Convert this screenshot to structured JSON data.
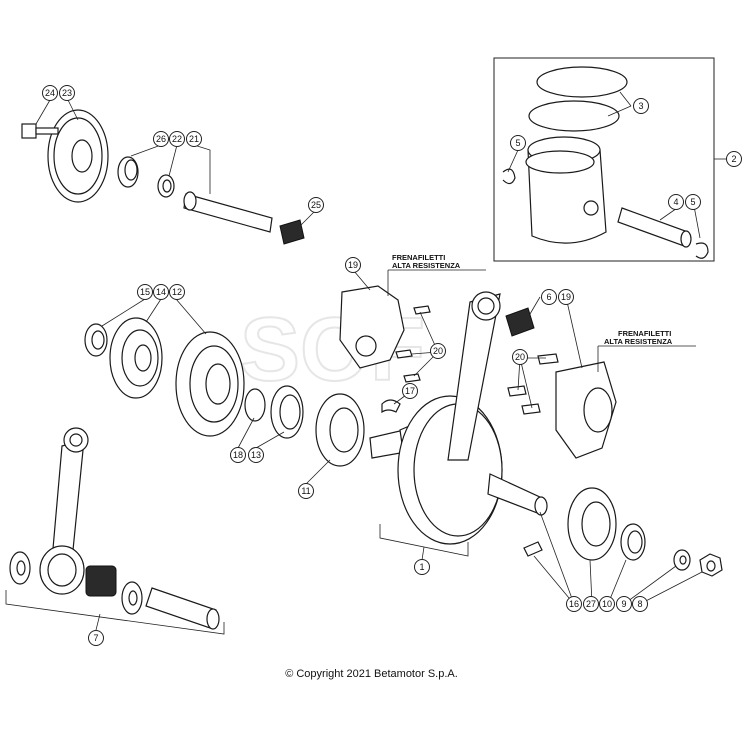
{
  "callouts": {
    "p1": "1",
    "p2": "2",
    "p3": "3",
    "p4": "4",
    "p5a": "5",
    "p5b": "5",
    "p6": "6",
    "p7": "7",
    "p8": "8",
    "p9": "9",
    "p10": "10",
    "p11": "11",
    "p12": "12",
    "p13": "13",
    "p14": "14",
    "p15": "15",
    "p16": "16",
    "p17": "17",
    "p18": "18",
    "p19a": "19",
    "p19b": "19",
    "p20a": "20",
    "p20b": "20",
    "p21": "21",
    "p22": "22",
    "p23": "23",
    "p24": "24",
    "p25": "25",
    "p26": "26",
    "p27": "27"
  },
  "notes": {
    "left": {
      "line1": "FRENAFILETTI",
      "line2": "ALTA RESISTENZA"
    },
    "right": {
      "line1": "FRENAFILETTI",
      "line2": "ALTA RESISTENZA"
    }
  },
  "copyright": "© Copyright 2021 Betamotor S.p.A."
}
